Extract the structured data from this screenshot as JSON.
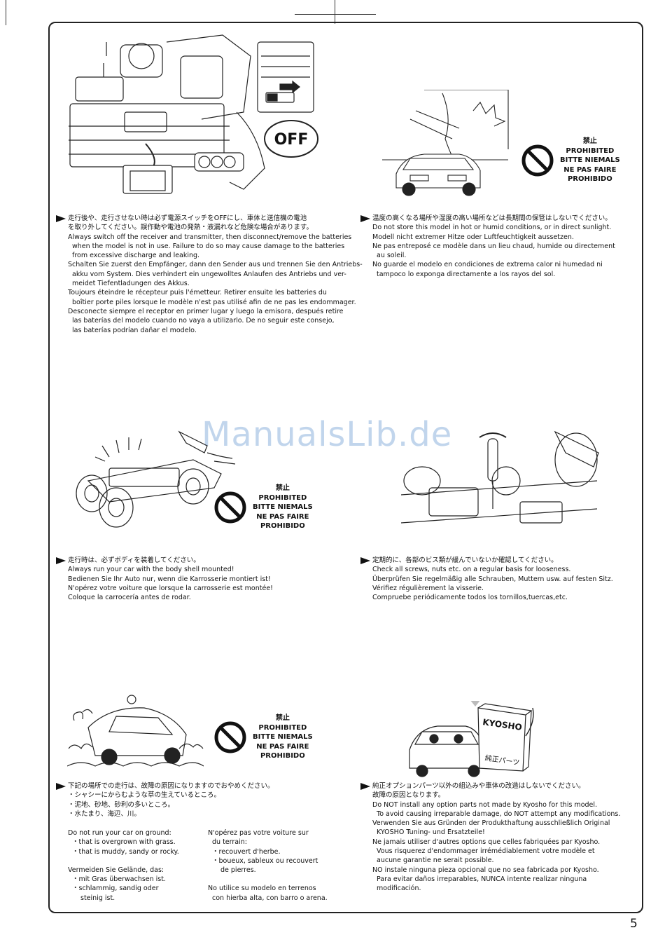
{
  "watermark": "ManualsLib.de",
  "page_number": "5",
  "prohibited": {
    "jp": "禁止",
    "en": "PROHIBITED",
    "de": "BITTE NIEMALS",
    "fr": "NE PAS FAIRE",
    "es": "PROHIBIDO"
  },
  "switch_label": "OFF",
  "sections": {
    "switch_off": {
      "lines": [
        "走行後や、走行させない時は必ず電源スイッチをOFFにし、車体と送信機の電池",
        "を取り外してください。誤作動や電池の発熱・液漏れなど危険な場合があります。",
        "Always switch off the receiver and transmitter, then disconnect/remove the batteries",
        "when the model is not in use.  Failure to do so may cause damage to the batteries",
        "from excessive discharge and leaking.",
        "Schalten Sie zuerst den Empfänger, dann den Sender aus und trennen Sie den Antriebs-",
        "akku vom System.  Dies verhindert ein ungewolltes Anlaufen des Antriebs und ver-",
        "meidet Tiefentladungen des Akkus.",
        "Toujours éteindre le récepteur puis l'émetteur.  Retirer ensuite les batteries du",
        "boîtier porte piles lorsque le modèle n'est pas utilisé afin de ne pas les endommager.",
        "Desconecte siempre el receptor en primer lugar y luego la emisora, después retire",
        "las baterías del modelo cuando no vaya a utilizarlo. De no seguir este consejo,",
        "las baterías podrían dañar el modelo."
      ]
    },
    "storage": {
      "lines": [
        "温度の高くなる場所や湿度の高い場所などは長期間の保管はしないでください。",
        "Do not store this model in hot or humid conditions, or in direct sunlight.",
        "Modell nicht extremer Hitze oder Luftfeuchtigkeit aussetzen.",
        "Ne pas entreposé ce modèle dans un lieu chaud, humide  ou directement",
        "au soleil.",
        "No guarde el modelo en condiciones de extrema calor ni humedad ni",
        "tampoco lo exponga directamente a los rayos del sol."
      ]
    },
    "body_shell": {
      "lines": [
        "走行時は、必ずボディを装着してください。",
        "Always run your car with the body shell mounted!",
        "Bedienen Sie Ihr Auto nur, wenn die Karrosserie montiert ist!",
        "N'opérez votre voiture que lorsque la carrosserie est montée!",
        "Coloque la carrocería antes de rodar."
      ]
    },
    "screws": {
      "lines": [
        "定期的に、各部のビス類が緩んでいないか確認してください。",
        "Check all screws, nuts etc. on a regular basis for looseness.",
        "Überprüfen Sie regelmäßig alle Schrauben, Muttern usw. auf festen Sitz.",
        "Vérifiez régulièrement la visserie.",
        "Compruebe periódicamente todos los tornillos,tuercas,etc."
      ]
    },
    "terrain": {
      "jp_lines": [
        "下記の場所での走行は、故障の原因になりますのでおやめください。",
        "・シャシーにからむような草の生えているところ。",
        "・泥地、砂地、砂利の多いところ。",
        "・水たまり、海辺、川。"
      ],
      "col1": [
        "Do not run your car on ground:",
        "・that is overgrown with grass.",
        "・that is muddy, sandy or rocky.",
        "",
        "Vermeiden Sie Gelände, das:",
        "・mit Gras überwachsen ist.",
        "・schlammig, sandig oder",
        "steinig ist."
      ],
      "col2": [
        "N'opérez pas votre voiture sur",
        "du terrain:",
        "・recouvert d'herbe.",
        "・boueux, sableux ou recouvert",
        "de pierres.",
        "",
        "No utilice su modelo en terrenos",
        "con hierba alta, con barro o arena."
      ]
    },
    "options": {
      "box_label": "KYOSHO",
      "box_sub": "純正パーツ",
      "lines": [
        "純正オプションパーツ以外の組込みや車体の改造はしないでください。",
        "故障の原因となります。",
        "Do NOT install any option parts not made by Kyosho for this model.",
        "To avoid causing irreparable damage, do NOT attempt any modifications.",
        "Verwenden Sie aus Gründen der Produkthaftung ausschließlich Original",
        "KYOSHO Tuning- und Ersatzteile!",
        "Ne jamais utiliser d'autres options que celles fabriquées par Kyosho.",
        "Vous risquerez d'endommager irrémédiablement votre modèle et",
        "aucune garantie ne serait possible.",
        "NO instale ninguna pieza opcional que no sea fabricada por Kyosho.",
        "Para evitar daños irreparables, NUNCA intente realizar ninguna",
        "modificación."
      ]
    }
  }
}
